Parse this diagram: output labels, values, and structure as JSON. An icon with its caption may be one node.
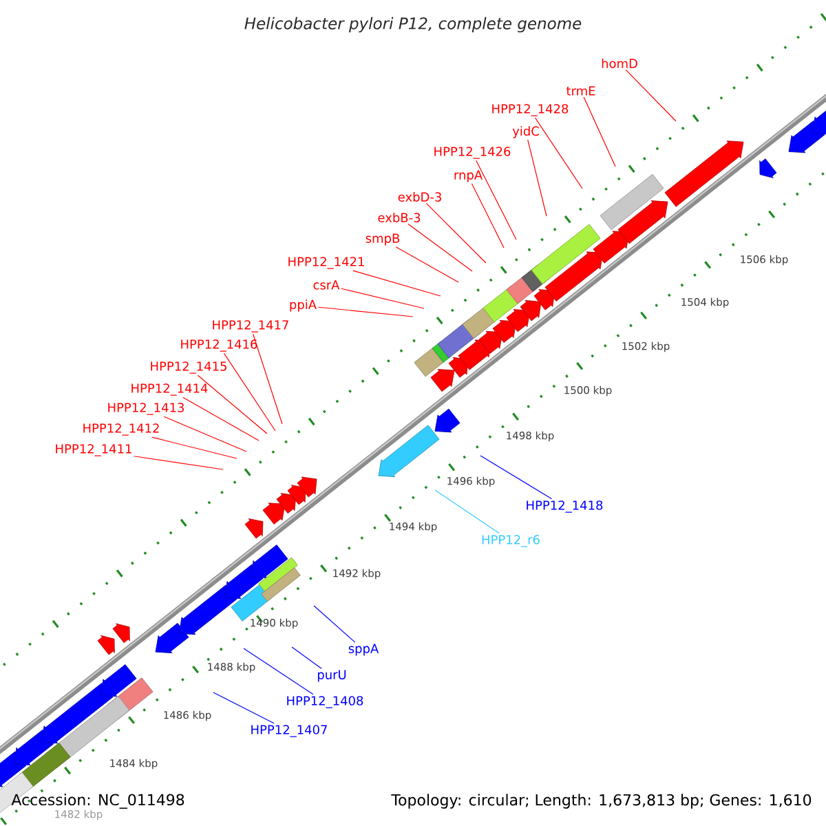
{
  "diagram": {
    "title": "Helicobacter pylori P12, complete genome",
    "nodes": [
      {
        "text": [
          "homD"
        ]
      },
      {
        "text": [
          "trmE"
        ]
      },
      {
        "text": [
          "HPP12_1428"
        ]
      },
      {
        "text": [
          "yidC"
        ]
      },
      {
        "text": [
          "HPP12_1426"
        ]
      },
      {
        "text": [
          "rnpA"
        ]
      },
      {
        "text": [
          "exbD-3"
        ]
      },
      {
        "text": [
          "exbB-3"
        ]
      },
      {
        "text": [
          "smpB"
        ]
      },
      {
        "text": [
          "HPP12_1421"
        ]
      },
      {
        "text": [
          "csrA"
        ]
      },
      {
        "text": [
          "ppiA"
        ]
      },
      {
        "text": [
          "HPP12_1417"
        ]
      },
      {
        "text": [
          "HPP12_1416"
        ]
      },
      {
        "text": [
          "HPP12_1415"
        ]
      },
      {
        "text": [
          "HPP12_1414"
        ]
      },
      {
        "text": [
          "HPP12_1413"
        ]
      },
      {
        "text": [
          "HPP12_1412"
        ]
      },
      {
        "text": [
          "HPP12_1411"
        ]
      },
      {
        "text": [
          "HPP12_1418"
        ]
      },
      {
        "text": [
          "HPP12_r6"
        ]
      },
      {
        "text": [
          "sppA"
        ]
      },
      {
        "text": [
          "purU"
        ]
      },
      {
        "text": [
          "HPP12_1408"
        ]
      },
      {
        "text": [
          "HPP12_1407"
        ]
      }
    ],
    "edges": [
      {
        "from": 0,
        "to": null,
        "arrow": "none"
      },
      {
        "from": 1,
        "to": null,
        "arrow": "none"
      },
      {
        "from": 2,
        "to": null,
        "arrow": "none"
      },
      {
        "from": 3,
        "to": null,
        "arrow": "none"
      },
      {
        "from": 4,
        "to": null,
        "arrow": "none"
      },
      {
        "from": 5,
        "to": null,
        "arrow": "none"
      },
      {
        "from": 6,
        "to": null,
        "arrow": "none"
      },
      {
        "from": 7,
        "to": null,
        "arrow": "none"
      },
      {
        "from": 8,
        "to": null,
        "arrow": "none"
      },
      {
        "from": 9,
        "to": null,
        "arrow": "none"
      },
      {
        "from": 10,
        "to": null,
        "arrow": "none"
      },
      {
        "from": 11,
        "to": null,
        "arrow": "none"
      },
      {
        "from": 12,
        "to": null,
        "arrow": "none"
      },
      {
        "from": 13,
        "to": null,
        "arrow": "none"
      },
      {
        "from": 14,
        "to": null,
        "arrow": "none"
      },
      {
        "from": 15,
        "to": null,
        "arrow": "none"
      },
      {
        "from": 16,
        "to": null,
        "arrow": "none"
      },
      {
        "from": 17,
        "to": null,
        "arrow": "none"
      },
      {
        "from": 18,
        "to": null,
        "arrow": "none"
      },
      {
        "from": 19,
        "to": null,
        "arrow": "none",
        "color": "#0000ff"
      },
      {
        "from": 20,
        "to": null,
        "arrow": "none",
        "color": "#33ccff"
      },
      {
        "from": 21,
        "to": null,
        "arrow": "none",
        "color": "#0000ff"
      },
      {
        "from": 22,
        "to": null,
        "arrow": "none",
        "color": "#0000ff"
      },
      {
        "from": 23,
        "to": null,
        "arrow": "none",
        "color": "#0000ff"
      },
      {
        "from": 24,
        "to": null,
        "arrow": "none",
        "color": "#0000ff"
      }
    ],
    "labels": [
      "1506 kbp",
      "1504 kbp",
      "1502 kbp",
      "1500 kbp",
      "1498 kbp",
      "1496 kbp",
      "1494 kbp",
      "1492 kbp",
      "1490 kbp",
      "1488 kbp",
      "1486 kbp",
      "1484 kbp",
      "1482 kbp",
      "Accession: NC_011498",
      "Topology: circular; Length: 1,673,813 bp; Genes: 1,610"
    ]
  }
}
